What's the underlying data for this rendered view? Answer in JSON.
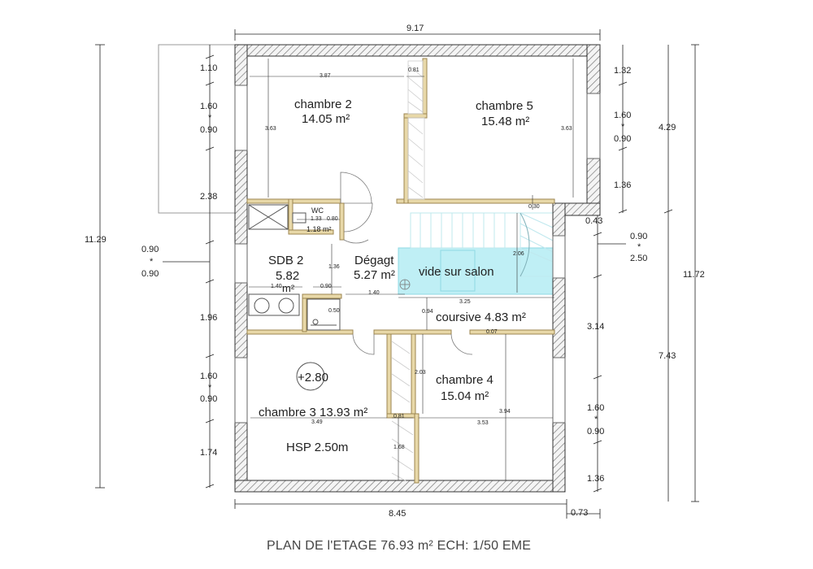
{
  "title": "PLAN DE l'ETAGE 76.93 m²  ECH: 1/50 EME",
  "rooms": {
    "chambre2": {
      "name": "chambre 2",
      "area": "14.05 m²"
    },
    "chambre5": {
      "name": "chambre 5",
      "area": "15.48 m²"
    },
    "wc": {
      "name": "WC",
      "area": "1.18 m²"
    },
    "sdb2": {
      "name": "SDB 2",
      "area": "5.82",
      "unit": "m²"
    },
    "degagt": {
      "name": "Dégagt",
      "area": "5.27 m²"
    },
    "vide": {
      "name": "vide sur  salon"
    },
    "coursive": {
      "name": "coursive 4.83 m²"
    },
    "chambre4": {
      "name": "chambre 4",
      "area": "15.04 m²"
    },
    "chambre3": {
      "name": "chambre 3 13.93 m²"
    },
    "hsp": {
      "name": "HSP 2.50m"
    },
    "level": {
      "name": "+2.80"
    }
  },
  "dims": {
    "top_total": "9.17",
    "bottom_total": "8.45",
    "bottom_right": "0.73",
    "left_overall": "11.29",
    "right_overall": "11.72",
    "right_upper": "4.29",
    "right_lower": "7.43",
    "left": {
      "d1": "1.10",
      "d2a": "1.60",
      "d2s": "*",
      "d2b": "0.90",
      "d3": "2.38",
      "d4": "1.96",
      "d5a": "1.60",
      "d5s": "*",
      "d5b": "0.90",
      "d6": "1.74"
    },
    "left_window": {
      "a": "0.90",
      "s": "*",
      "b": "0.90"
    },
    "right": {
      "d1": "1.32",
      "d2a": "1.60",
      "d2s": "*",
      "d2b": "0.90",
      "d3": "1.36",
      "d4": "0.43",
      "d5": "3.14",
      "d6a": "1.60",
      "d6s": "*",
      "d6b": "0.90",
      "d7": "1.36"
    },
    "right_window": {
      "a": "0.90",
      "s": "*",
      "b": "2.50"
    },
    "inner": {
      "c2_width": "3.87",
      "c2_height": "3.63",
      "closet_top": "0.81",
      "c5_height": "3.63",
      "stair_top": "0.30",
      "wc_w1": "1.33",
      "wc_w2": "0.80",
      "sdb_w": "1.40",
      "sdb_d": "0.90",
      "sdb_h": "1.36",
      "shower": "0.50",
      "deg_w": "1.40",
      "stair_h": "2.06",
      "void_w": "3.25",
      "cours_h": "0.94",
      "c4_top": "0.07",
      "closet_h": "2.03",
      "c3_w": "3.49",
      "closet_bot": "0.81",
      "c4_w": "3.53",
      "c4_h": "3.94",
      "c3_h": "1.68"
    }
  }
}
